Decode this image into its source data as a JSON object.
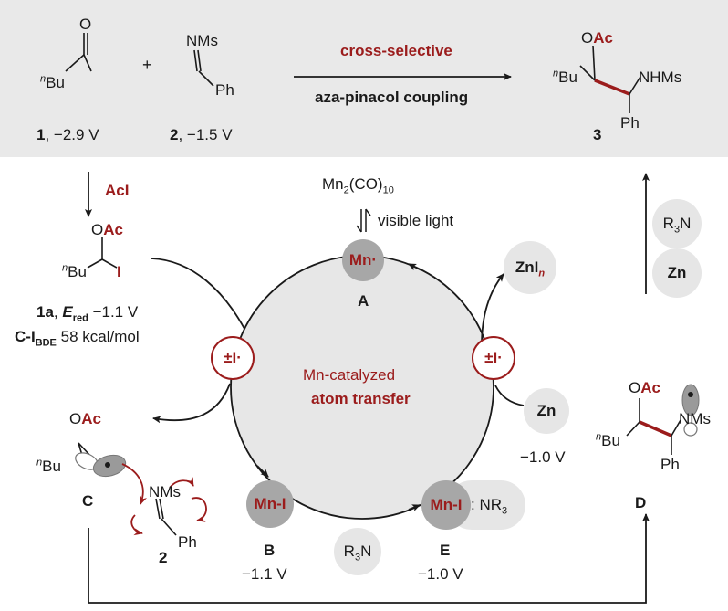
{
  "top_panel": {
    "arrow_top_label": "cross-selective",
    "arrow_bottom_label": "aza-pinacol coupling",
    "compound1": {
      "substituent": "Bu",
      "substituent_prefix": "n",
      "oxygen": "O",
      "number": "1",
      "potential": ", −2.9 V"
    },
    "plus": "+",
    "compound2": {
      "group": "NMs",
      "aryl": "Ph",
      "number": "2",
      "potential": ", −1.5 V"
    },
    "product": {
      "oac_o": "O",
      "oac_ac": "Ac",
      "substituent": "Bu",
      "substituent_prefix": "n",
      "amine": "NHMs",
      "aryl": "Ph",
      "number": "3"
    }
  },
  "left_column": {
    "reagent": "AcI",
    "intermediate_1a": {
      "oac_o": "O",
      "oac_ac": "Ac",
      "substituent": "Bu",
      "substituent_prefix": "n",
      "halogen": "I",
      "label_number": "1a",
      "label_sep": ", ",
      "ered_E": "E",
      "ered_sub": "red",
      "ered_value": " −1.1 V",
      "bde_main": "C-I",
      "bde_sub": "BDE",
      "bde_value": " 58 kcal/mol"
    },
    "radical_C": {
      "oac_o": "O",
      "oac_ac": "Ac",
      "substituent": "Bu",
      "substituent_prefix": "n",
      "label": "C"
    },
    "imine_2": {
      "group": "NMs",
      "aryl": "Ph",
      "label": "2"
    }
  },
  "cycle": {
    "center_line1": "Mn-catalyzed",
    "center_line2": "atom transfer",
    "dimer_prefix": "Mn",
    "dimer_sub1": "2",
    "dimer_mid": "(CO)",
    "dimer_sub2": "10",
    "light": "visible light",
    "node_A": {
      "text": "Mn·",
      "label": "A"
    },
    "node_B": {
      "text": "Mn-I",
      "label": "B",
      "potential": "−1.1 V"
    },
    "node_E": {
      "text": "Mn-I",
      "ligand": ": NR",
      "ligand_sub": "3",
      "label": "E",
      "potential": "−1.0 V"
    },
    "atom_transfer_left": "±I·",
    "atom_transfer_right": "±I·",
    "amine_R3N": {
      "main": "R",
      "sub": "3",
      "tail": "N"
    },
    "zinc_salt": {
      "main": "ZnI",
      "sub": "n"
    },
    "zinc": {
      "text": "Zn",
      "potential": "−1.0 V"
    }
  },
  "right_column": {
    "amine_R3N": {
      "main": "R",
      "sub": "3",
      "tail": "N"
    },
    "zinc": "Zn",
    "intermediate_D": {
      "oac_o": "O",
      "oac_ac": "Ac",
      "substituent": "Bu",
      "substituent_prefix": "n",
      "group": "NMs",
      "aryl": "Ph",
      "label": "D"
    }
  },
  "colors": {
    "accent": "#9b1c1c",
    "panel": "#e9e9e9",
    "node_dark": "#a7a7a7",
    "node_light": "#e6e6e6"
  }
}
